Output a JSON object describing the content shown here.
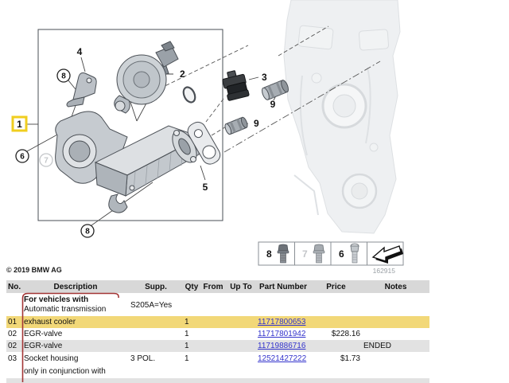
{
  "footer": {
    "copyright": "© 2019 BMW AG"
  },
  "diagram": {
    "callouts": {
      "c1": "1",
      "c2": "2",
      "c3": "3",
      "c4": "4",
      "c5": "5",
      "c6": "6",
      "c7": "7",
      "c8a": "8",
      "c8b": "8",
      "c9a": "9",
      "c9b": "9"
    },
    "legend": {
      "items": [
        {
          "label": "8"
        },
        {
          "label": "7"
        },
        {
          "label": "6"
        }
      ],
      "diagram_number": "162915"
    }
  },
  "table": {
    "headers": [
      "No.",
      "Description",
      "Supp.",
      "Qty",
      "From",
      "Up To",
      "Part Number",
      "Price",
      "Notes"
    ],
    "group_row": {
      "line1": "For vehicles with",
      "line2": "Automatic transmission",
      "supp": "S205A=Yes"
    },
    "rows": [
      {
        "no": "01",
        "description": "exhaust cooler",
        "supp": "",
        "qty": "1",
        "from": "",
        "up_to": "",
        "part_number": "11717800653",
        "price": "",
        "notes": ""
      },
      {
        "no": "02",
        "description": "EGR-valve",
        "supp": "",
        "qty": "1",
        "from": "",
        "up_to": "",
        "part_number": "11717801942",
        "price": "$228.16",
        "notes": ""
      },
      {
        "no": "02",
        "description": "EGR-valve",
        "supp": "",
        "qty": "1",
        "from": "",
        "up_to": "",
        "part_number": "11719886716",
        "price": "",
        "notes": "ENDED"
      },
      {
        "no": "03",
        "description": "Socket housing",
        "supp": "3 POL.",
        "qty": "1",
        "from": "",
        "up_to": "",
        "part_number": "12521427222",
        "price": "$1.73",
        "notes": ""
      }
    ],
    "footer_note": "only in conjunction with"
  },
  "colors": {
    "row_highlight": "#F2D878",
    "row_shade": "#E2E2E2",
    "header_gray": "#D8D8D8",
    "link_blue": "#3333CC",
    "bracket_red": "#A33535",
    "marker_yellow": "#F0CE1F"
  }
}
